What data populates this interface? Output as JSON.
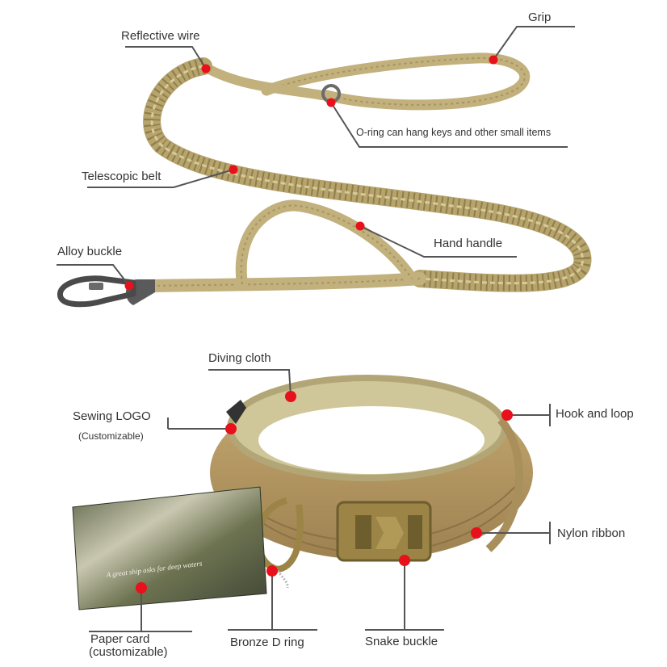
{
  "labels": {
    "reflective_wire": "Reflective wire",
    "grip": "Grip",
    "o_ring": "O-ring can hang keys and other small items",
    "telescopic_belt": "Telescopic belt",
    "alloy_buckle": "Alloy buckle",
    "hand_handle": "Hand handle",
    "diving_cloth": "Diving cloth",
    "sewing_logo": "Sewing LOGO",
    "sewing_logo_sub": "(Customizable)",
    "hook_and_loop": "Hook and loop",
    "nylon_ribbon": "Nylon ribbon",
    "paper_card": "Paper card",
    "paper_card_sub": "(customizable)",
    "bronze_d_ring": "Bronze D ring",
    "snake_buckle": "Snake buckle"
  },
  "card_text": "A great ship asks for deep waters",
  "colors": {
    "marker": "#e8101a",
    "leader": "#555555",
    "webbing": "#c2b17c",
    "webbing_dark": "#8f7e4c",
    "collar": "#b79a62",
    "padding": "#cfc69a",
    "bronze": "#9b8446",
    "metal": "#4a4a4a"
  }
}
